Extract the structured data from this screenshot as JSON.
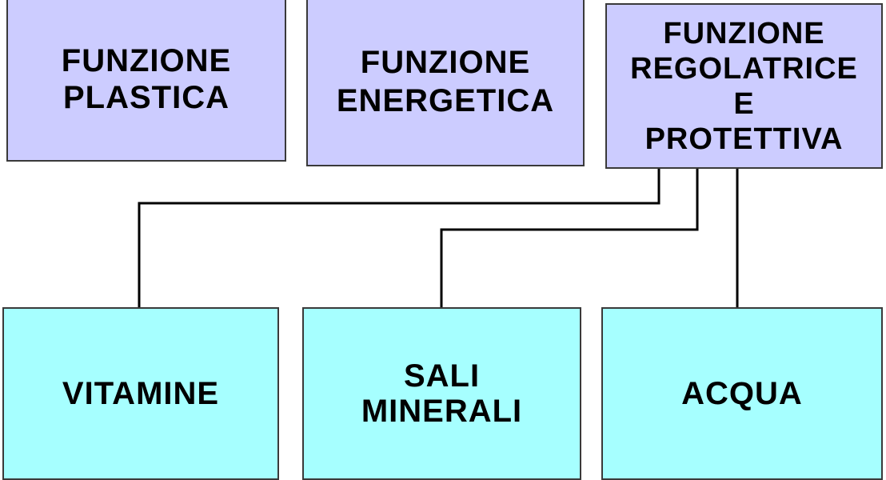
{
  "diagram": {
    "functions": [
      {
        "lines": [
          "FUNZIONE",
          "PLASTICA"
        ]
      },
      {
        "lines": [
          "FUNZIONE",
          "ENERGETICA"
        ]
      },
      {
        "lines": [
          "FUNZIONE",
          "REGOLATRICE",
          "E",
          "PROTETTIVA"
        ]
      }
    ],
    "nutrients": [
      {
        "lines": [
          "VITAMINE"
        ]
      },
      {
        "lines": [
          "SALI",
          "MINERALI"
        ]
      },
      {
        "lines": [
          "ACQUA"
        ]
      }
    ],
    "colors": {
      "function_box": "#ccccff",
      "nutrient_box": "#a6ffff",
      "border": "#3a3a3a",
      "connector": "#000000"
    }
  }
}
